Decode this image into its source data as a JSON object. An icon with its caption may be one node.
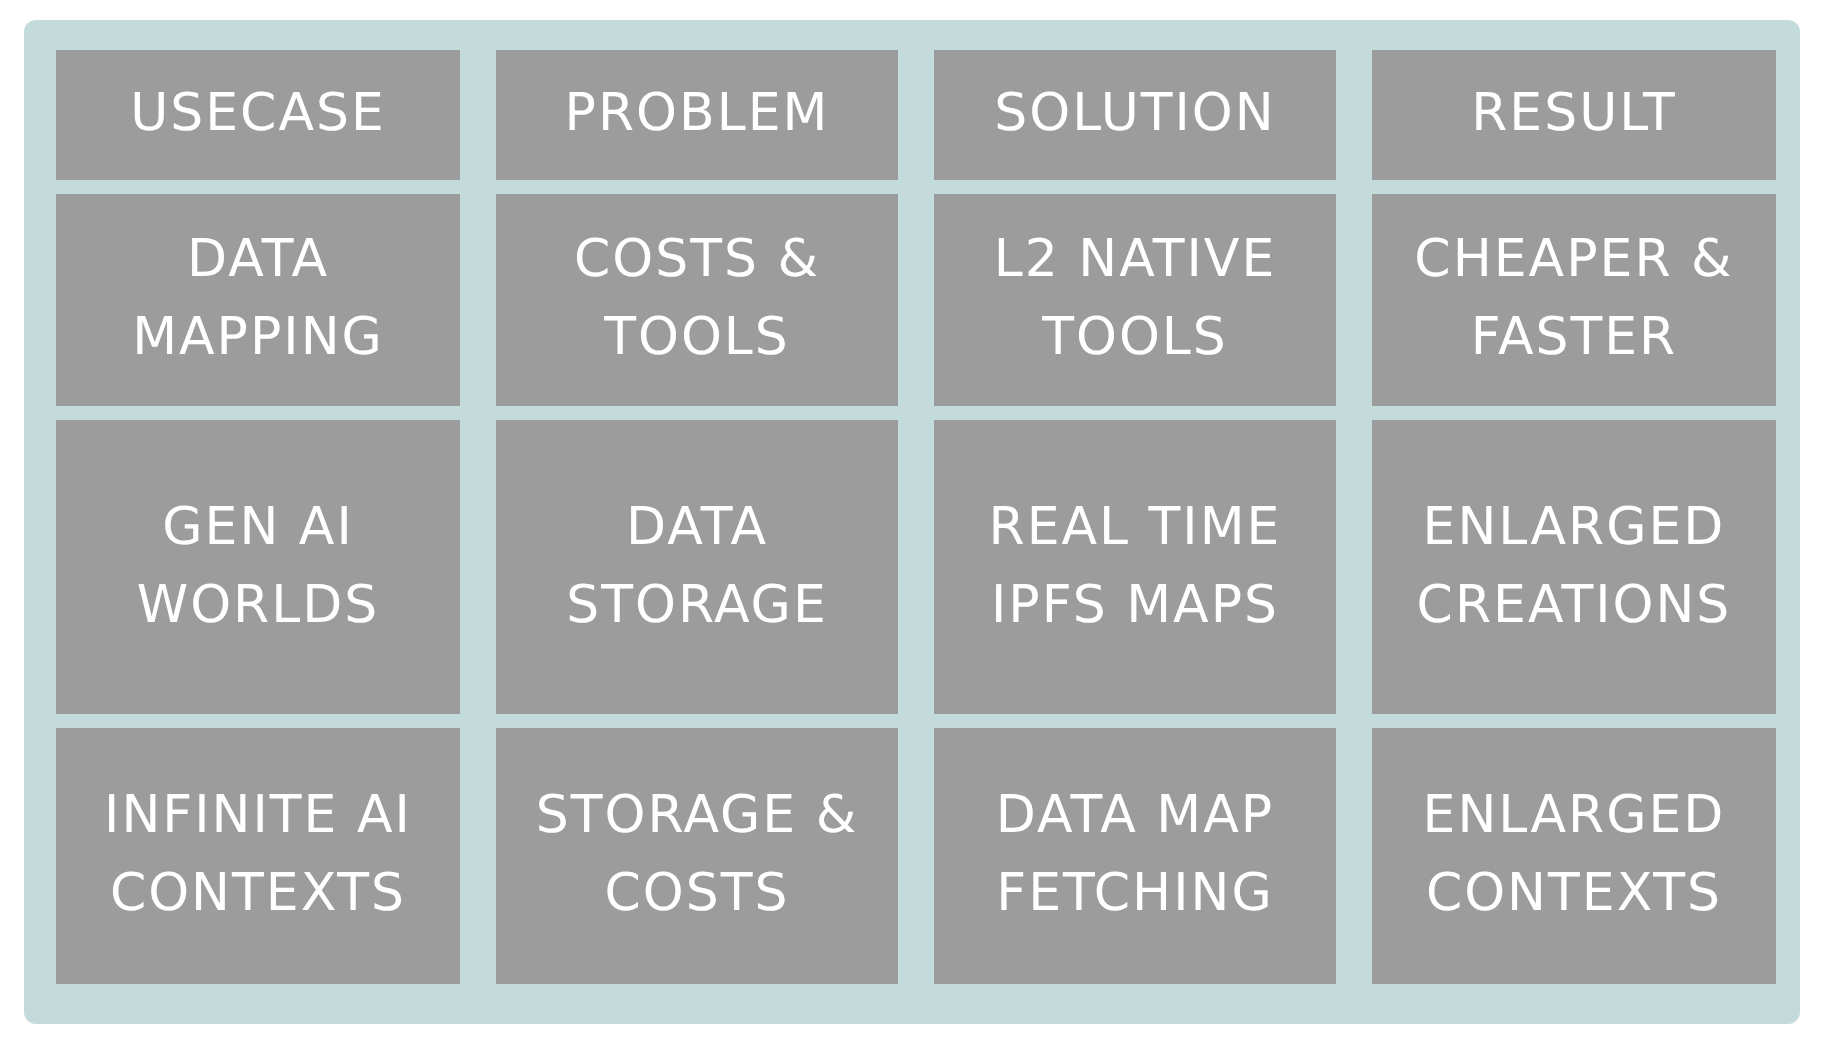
{
  "diagram": {
    "labels": [
      "USECASE",
      "PROBLEM",
      "SOLUTION",
      "RESULT",
      "DATA MAPPING",
      "COSTS & TOOLS",
      "L2 NATIVE TOOLS",
      "CHEAPER & FASTER",
      "GEN AI WORLDS",
      "DATA STORAGE",
      "REAL TIME IPFS MAPS",
      "ENLARGED CREATIONS",
      "INFINITE AI CONTEXTS",
      "STORAGE & COSTS",
      "DATA MAP FETCHING",
      "ENLARGED CONTEXTS"
    ]
  }
}
